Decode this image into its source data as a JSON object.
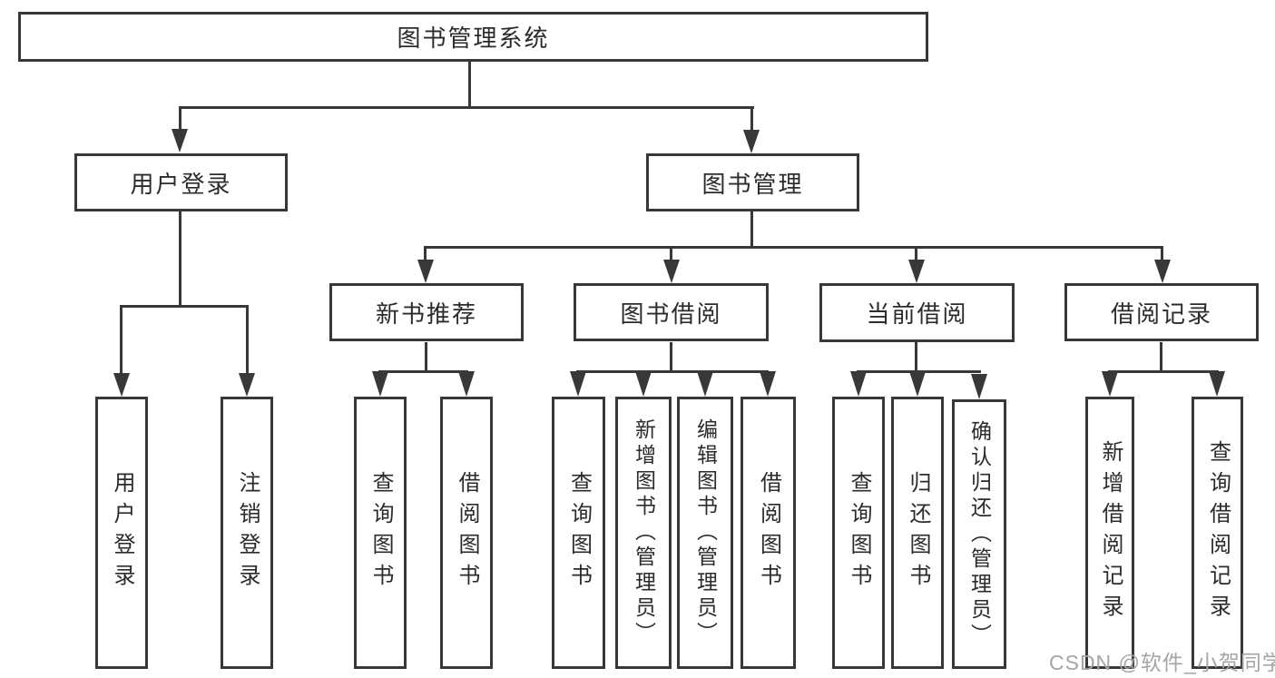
{
  "colors": {
    "background": "#ffffff",
    "line": "#383838",
    "text": "#2b2b2b",
    "watermark": "#a5a5a5"
  },
  "tree": {
    "root": {
      "label": "图书管理系统"
    },
    "level2": [
      {
        "id": "user-login",
        "label": "用户登录"
      },
      {
        "id": "book-management",
        "label": "图书管理"
      }
    ],
    "level3": [
      {
        "id": "new-book-recommendation",
        "parent": "book-management",
        "label": "新书推荐"
      },
      {
        "id": "book-borrowing",
        "parent": "book-management",
        "label": "图书借阅"
      },
      {
        "id": "current-borrowing",
        "parent": "book-management",
        "label": "当前借阅"
      },
      {
        "id": "borrowing-records",
        "parent": "book-management",
        "label": "借阅记录"
      }
    ],
    "leaves": [
      {
        "parent": "user-login",
        "label": "用户登录"
      },
      {
        "parent": "user-login",
        "label": "注销登录"
      },
      {
        "parent": "new-book-recommendation",
        "label": "查询图书"
      },
      {
        "parent": "new-book-recommendation",
        "label": "借阅图书"
      },
      {
        "parent": "book-borrowing",
        "label": "查询图书"
      },
      {
        "parent": "book-borrowing",
        "label": "新增图书（管理员）"
      },
      {
        "parent": "book-borrowing",
        "label": "编辑图书（管理员）"
      },
      {
        "parent": "book-borrowing",
        "label": "借阅图书"
      },
      {
        "parent": "current-borrowing",
        "label": "查询图书"
      },
      {
        "parent": "current-borrowing",
        "label": "归还图书"
      },
      {
        "parent": "current-borrowing",
        "label": "确认归还（管理员）"
      },
      {
        "parent": "borrowing-records",
        "label": "新增借阅记录"
      },
      {
        "parent": "borrowing-records",
        "label": "查询借阅记录"
      }
    ]
  },
  "watermark": {
    "text": "CSDN @软件_小贺同学"
  }
}
